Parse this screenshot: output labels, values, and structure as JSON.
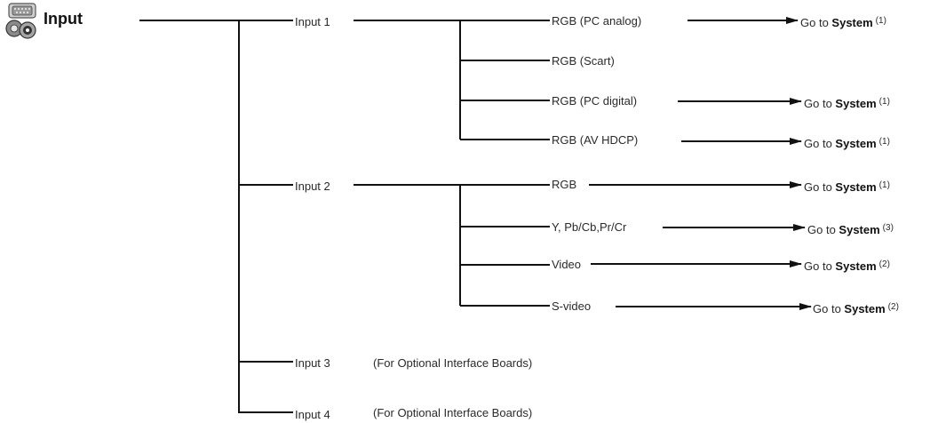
{
  "root": {
    "label": "Input",
    "icon": "input-connectors-icon"
  },
  "inputs": [
    {
      "label": "Input 1"
    },
    {
      "label": "Input 2"
    },
    {
      "label": "Input 3",
      "note": "(For Optional Interface Boards)"
    },
    {
      "label": "Input 4",
      "note": "(For Optional Interface Boards)"
    }
  ],
  "input1_sources": [
    {
      "label": "RGB (PC analog)",
      "goto": "Go to",
      "target": "System",
      "ref": "(1)"
    },
    {
      "label": "RGB (Scart)"
    },
    {
      "label": "RGB (PC digital)",
      "goto": "Go to",
      "target": "System",
      "ref": "(1)"
    },
    {
      "label": "RGB (AV HDCP)",
      "goto": "Go to",
      "target": "System",
      "ref": "(1)"
    }
  ],
  "input2_sources": [
    {
      "label": "RGB",
      "goto": "Go to",
      "target": "System",
      "ref": "(1)"
    },
    {
      "label": "Y, Pb/Cb,Pr/Cr",
      "goto": "Go to",
      "target": "System",
      "ref": "(3)"
    },
    {
      "label": "Video",
      "goto": "Go to",
      "target": "System",
      "ref": "(2)"
    },
    {
      "label": "S-video",
      "goto": "Go to",
      "target": "System",
      "ref": "(2)"
    }
  ]
}
